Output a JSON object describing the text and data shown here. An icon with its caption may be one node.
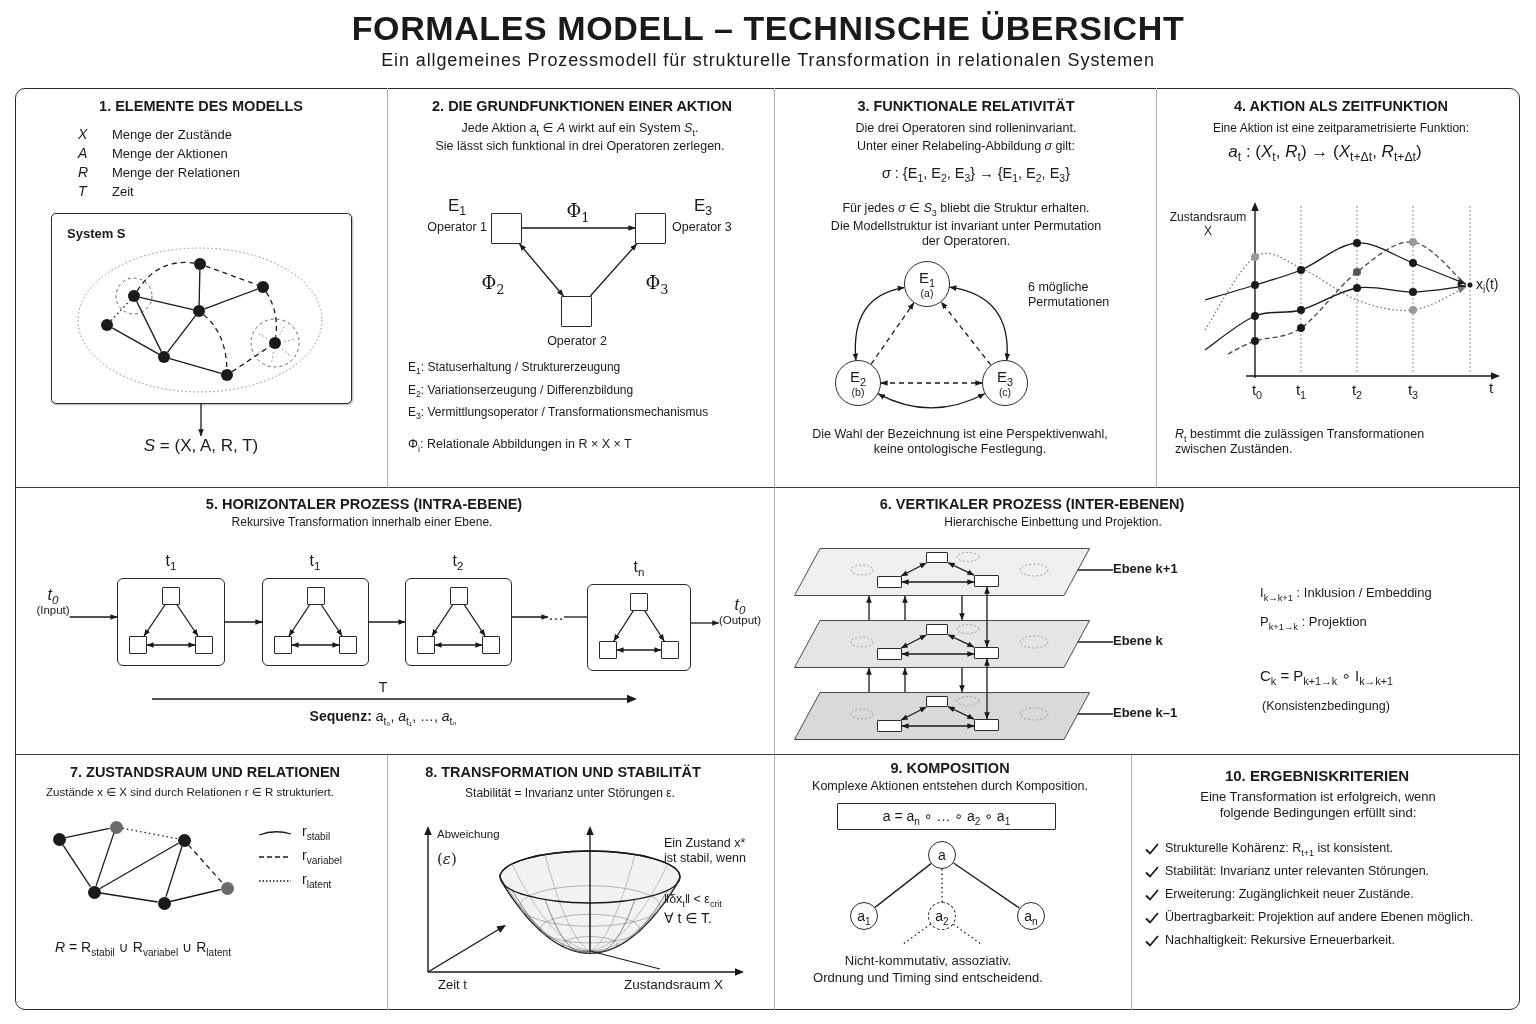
{
  "diagram": {
    "title": "FORMALES MODELL – TECHNISCHE ÜBERSICHT",
    "nodes": [
      {
        "text": [
          "1. ELEMENTE DES MODELLS",
          "X",
          "Menge der Zustände",
          "A",
          "Menge der Aktionen",
          "R",
          "Menge der Relationen",
          "T",
          "Zeit"
        ]
      },
      {
        "text": [
          "System S"
        ],
        "in": 0
      },
      {
        "text": [],
        "shape": "circle",
        "in": 1
      },
      {
        "text": [],
        "shape": "circle",
        "in": 1
      },
      {
        "text": [],
        "shape": "circle",
        "in": 1
      },
      {
        "text": [],
        "shape": "circle",
        "in": 1
      },
      {
        "text": [],
        "shape": "circle",
        "in": 1
      },
      {
        "text": [],
        "shape": "circle",
        "in": 1
      },
      {
        "text": [],
        "shape": "circle",
        "in": 1
      },
      {
        "text": [],
        "shape": "circle",
        "in": 1
      },
      {
        "text": [
          "*S* = (X, A, R, T)"
        ],
        "in": 0
      },
      {
        "text": [
          "2. DIE GRUNDFUNKTIONEN EINER AKTION",
          "Jede Aktion *a*$_{t}$ ∈ *A* wirkt auf ein System *S*$_{t}$.",
          "Sie lässt sich funktional in drei Operatoren zerlegen.",
          "E$_{1}$: Statuserhaltung / Strukturerzeugung",
          "E$_{2}$: Variationserzeugung / Differenzbildung",
          "E$_{3}$: Vermittlungsoperator / Transformationsmechanismus",
          "Φ$_{i}$: Relationale Abbildungen in R × X × T"
        ]
      },
      {
        "text": [
          "E$_{1}$",
          "Operator 1"
        ],
        "in": 11
      },
      {
        "text": [
          "E$_{3}$",
          "Operator 3"
        ],
        "in": 11
      },
      {
        "text": [
          "Operator 2"
        ],
        "in": 11
      },
      {
        "text": [
          "3. FUNKTIONALE RELATIVITÄT",
          "Die drei Operatoren sind rolleninvariant.",
          "Unter einer Relabeling-Abbildung *σ* gilt:",
          "*σ* : {E$_{1}$, E$_{2}$, E$_{3}$} → {E$_{1}$, E$_{2}$, E$_{3}$}",
          "Für jedes *σ* ∈ *S*$_{3}$ bliebt die Struktur erhalten.",
          "Die Modellstruktur ist invariant unter Permutation der Operatoren.",
          "6 mögliche Permutationen",
          "Die Wahl der Bezeichnung ist eine Perspektivenwahl, keine ontologische Festlegung."
        ]
      },
      {
        "text": [
          "E$_{1}$",
          "(a)"
        ],
        "in": 15
      },
      {
        "text": [
          "E$_{2}$",
          "(b)"
        ],
        "in": 15
      },
      {
        "text": [
          "E$_{3}$",
          "(c)"
        ],
        "in": 15
      },
      {
        "text": [
          "4. AKTION ALS ZEITFUNKTION",
          "Eine Aktion ist eine zeitparametrisierte Funktion:",
          "*a*$_{t}$ : (*X*$_{t}$, *R*$_{t}$) → (*X*$_{t+Δt}$, *R*$_{t+Δt}$)",
          "Zustandsraum X",
          "x$_{i}$(t)",
          "t$_{0}$",
          "t$_{1}$",
          "t$_{2}$",
          "t$_{3}$",
          "t",
          "*R*$_{t}$ bestimmt die zulässigen Transformationen zwischen Zuständen."
        ]
      },
      {
        "text": [
          "5. HORIZONTALER PROZESS (INTRA-EBENE)",
          "Rekursive Transformation innerhalb einer Ebene.",
          "T",
          "**Sequenz:** *a*$_{t₀}$, *a*$_{t₁}$, …, *a*$_{tₙ}$"
        ]
      },
      {
        "text": [
          "t$_{0}$",
          "(Input)"
        ],
        "in": 20
      },
      {
        "text": [
          "t$_{1}$"
        ],
        "in": 20
      },
      {
        "text": [],
        "shape": "box",
        "in": 22
      },
      {
        "text": [],
        "shape": "box",
        "in": 22
      },
      {
        "text": [],
        "shape": "box",
        "in": 22
      },
      {
        "text": [
          "t$_{1}$"
        ],
        "in": 20
      },
      {
        "text": [],
        "shape": "box",
        "in": 26
      },
      {
        "text": [],
        "shape": "box",
        "in": 26
      },
      {
        "text": [],
        "shape": "box",
        "in": 26
      },
      {
        "text": [
          "t$_{2}$"
        ],
        "in": 20
      },
      {
        "text": [],
        "shape": "box",
        "in": 30
      },
      {
        "text": [],
        "shape": "box",
        "in": 30
      },
      {
        "text": [],
        "shape": "box",
        "in": 30
      },
      {
        "text": [
          "…"
        ],
        "in": 20
      },
      {
        "text": [
          "t$_{n}$"
        ],
        "in": 20
      },
      {
        "text": [],
        "shape": "box",
        "in": 35
      },
      {
        "text": [],
        "shape": "box",
        "in": 35
      },
      {
        "text": [],
        "shape": "box",
        "in": 35
      },
      {
        "text": [
          "t$_{0}$",
          "(Output)"
        ],
        "in": 20
      },
      {
        "text": [
          "6. VERTIKALER PROZESS (INTER-EBENEN)",
          "Hierarchische Einbettung und Projektion.",
          "I$_{k→k+1}$ : Inklusion / Embedding",
          "P$_{k+1→k}$ : Projektion",
          "C$_{k}$ = P$_{k+1→k}$ ∘ I$_{k→k+1}$",
          "(Konsistenzbedingung)"
        ]
      },
      {
        "text": [],
        "shape": "parallelogram",
        "in": 40
      },
      {
        "text": [],
        "shape": "box",
        "in": 41
      },
      {
        "text": [],
        "shape": "box",
        "in": 41
      },
      {
        "text": [],
        "shape": "box",
        "in": 41
      },
      {
        "text": [],
        "shape": "parallelogram",
        "in": 40
      },
      {
        "text": [],
        "shape": "box",
        "in": 45
      },
      {
        "text": [],
        "shape": "box",
        "in": 45
      },
      {
        "text": [],
        "shape": "box",
        "in": 45
      },
      {
        "text": [],
        "shape": "parallelogram",
        "in": 40
      },
      {
        "text": [],
        "shape": "box",
        "in": 49
      },
      {
        "text": [],
        "shape": "box",
        "in": 49
      },
      {
        "text": [],
        "shape": "box",
        "in": 49
      },
      {
        "text": [
          "Ebene k+1"
        ],
        "in": 40
      },
      {
        "text": [
          "Ebene k"
        ],
        "in": 40
      },
      {
        "text": [
          "Ebene k–1"
        ],
        "in": 40
      },
      {
        "text": [
          "7. ZUSTANDSRAUM UND RELATIONEN",
          "Zustände x ∈ X sind durch Relationen r ∈ R strukturiert.",
          "*R* = R$_{stabil}$ ∪ R$_{variabel}$ ∪ R$_{latent}$"
        ]
      },
      {
        "text": [],
        "shape": "circle",
        "in": 56
      },
      {
        "text": [],
        "shape": "circle",
        "in": 56
      },
      {
        "text": [],
        "shape": "circle",
        "in": 56
      },
      {
        "text": [],
        "shape": "circle",
        "in": 56
      },
      {
        "text": [],
        "shape": "circle",
        "in": 56
      },
      {
        "text": [],
        "shape": "circle",
        "in": 56
      },
      {
        "text": [
          "8. TRANSFORMATION UND STABILITÄT",
          "Stabilität = Invarianz unter Störungen ε.",
          "Abweichung",
          "(*ε*)",
          "Ein Zustand x* ist stabil, wenn",
          "‖δx$_{t}$‖ < ε$_{crit}$",
          "∀ t ∈ T.",
          "Zeit t",
          "Zustandsraum X"
        ]
      },
      {
        "text": [
          "9. KOMPOSITION",
          "Komplexe Aktionen entstehen durch Komposition.",
          "Nicht-kommutativ, assoziativ.",
          "Ordnung und Timing sind entscheidend."
        ]
      },
      {
        "text": [
          "a = a$_{n}$ ∘ … ∘ a$_{2}$ ∘ a$_{1}$"
        ],
        "in": 64
      },
      {
        "text": [
          "a"
        ],
        "in": 64
      },
      {
        "text": [
          "a$_{1}$"
        ],
        "in": 64
      },
      {
        "text": [
          "a$_{2}$"
        ],
        "in": 64
      },
      {
        "text": [
          "a$_{n}$"
        ],
        "in": 64
      },
      {
        "text": [
          "10. ERGEBNISKRITERIEN",
          "Eine Transformation ist erfolgreich, wenn folgende Bedingungen erfüllt sind:",
          "Strukturelle Kohärenz: R$_{t+1}$ ist konsistent.",
          "Stabilität: Invarianz unter relevanten Störungen.",
          "Erweiterung: Zugänglichkeit neuer Zustände.",
          "Übertragbarkeit: Projektion auf andere Ebenen möglich.",
          "Nachhaltigkeit: Rekursive Erneuerbarkeit."
        ]
      }
    ],
    "edges": [
      {
        "from": 1,
        "to": 10,
        "arrow": "to"
      },
      {
        "from": 2,
        "to": 3,
        "arrow": "none",
        "style": "dashed"
      },
      {
        "from": 4,
        "to": 2,
        "arrow": "none",
        "style": "dashed"
      },
      {
        "from": 4,
        "to": 5,
        "arrow": "none"
      },
      {
        "from": 2,
        "to": 5,
        "arrow": "none"
      },
      {
        "from": 5,
        "to": 3,
        "arrow": "none"
      },
      {
        "from": 6,
        "to": 4,
        "arrow": "none",
        "style": "dashed"
      },
      {
        "from": 4,
        "to": 8,
        "arrow": "none"
      },
      {
        "from": 6,
        "to": 8,
        "arrow": "none"
      },
      {
        "from": 8,
        "to": 5,
        "arrow": "none"
      },
      {
        "from": 5,
        "to": 9,
        "arrow": "none",
        "style": "dashed"
      },
      {
        "from": 3,
        "to": 7,
        "arrow": "none",
        "style": "dashed"
      },
      {
        "from": 8,
        "to": 9,
        "arrow": "none"
      },
      {
        "from": 9,
        "to": 7,
        "arrow": "none",
        "style": "dashed"
      },
      {
        "from": 12,
        "to": 13,
        "arrow": "to",
        "label": "Φ$_{1}$"
      },
      {
        "from": 12,
        "to": 14,
        "arrow": "both",
        "label": "Φ$_{2}$"
      },
      {
        "from": 14,
        "to": 13,
        "arrow": "to",
        "label": "Φ$_{3}$"
      },
      {
        "from": 16,
        "to": 17,
        "arrow": "both"
      },
      {
        "from": 16,
        "to": 18,
        "arrow": "both"
      },
      {
        "from": 17,
        "to": 18,
        "arrow": "both"
      },
      {
        "from": 17,
        "to": 16,
        "arrow": "to",
        "style": "dashed"
      },
      {
        "from": 18,
        "to": 16,
        "arrow": "to",
        "style": "dashed"
      },
      {
        "from": 17,
        "to": 18,
        "arrow": "both",
        "style": "dashed"
      },
      {
        "from": 21,
        "to": 22,
        "arrow": "to"
      },
      {
        "from": 23,
        "to": 24,
        "arrow": "to"
      },
      {
        "from": 23,
        "to": 25,
        "arrow": "to"
      },
      {
        "from": 24,
        "to": 25,
        "arrow": "both"
      },
      {
        "from": 22,
        "to": 26,
        "arrow": "to"
      },
      {
        "from": 27,
        "to": 28,
        "arrow": "to"
      },
      {
        "from": 27,
        "to": 29,
        "arrow": "to"
      },
      {
        "from": 28,
        "to": 29,
        "arrow": "both"
      },
      {
        "from": 26,
        "to": 30,
        "arrow": "to"
      },
      {
        "from": 31,
        "to": 32,
        "arrow": "to"
      },
      {
        "from": 31,
        "to": 33,
        "arrow": "to"
      },
      {
        "from": 32,
        "to": 33,
        "arrow": "both"
      },
      {
        "from": 30,
        "to": 34,
        "arrow": "to"
      },
      {
        "from": 34,
        "to": 35,
        "arrow": "none"
      },
      {
        "from": 36,
        "to": 37,
        "arrow": "to"
      },
      {
        "from": 36,
        "to": 38,
        "arrow": "to"
      },
      {
        "from": 37,
        "to": 38,
        "arrow": "both"
      },
      {
        "from": 35,
        "to": 39,
        "arrow": "to"
      },
      {
        "from": 42,
        "to": 43,
        "arrow": "both"
      },
      {
        "from": 42,
        "to": 44,
        "arrow": "both"
      },
      {
        "from": 43,
        "to": 44,
        "arrow": "both"
      },
      {
        "from": 46,
        "to": 47,
        "arrow": "both"
      },
      {
        "from": 46,
        "to": 48,
        "arrow": "both"
      },
      {
        "from": 47,
        "to": 48,
        "arrow": "both"
      },
      {
        "from": 50,
        "to": 51,
        "arrow": "both"
      },
      {
        "from": 50,
        "to": 52,
        "arrow": "both"
      },
      {
        "from": 51,
        "to": 52,
        "arrow": "both"
      },
      {
        "from": 49,
        "to": 45,
        "arrow": "to"
      },
      {
        "from": 45,
        "to": 41,
        "arrow": "to"
      },
      {
        "from": 49,
        "to": 45,
        "arrow": "to"
      },
      {
        "from": 45,
        "to": 41,
        "arrow": "to"
      },
      {
        "from": 41,
        "to": 45,
        "arrow": "to"
      },
      {
        "from": 45,
        "to": 49,
        "arrow": "to"
      },
      {
        "from": 44,
        "to": 48,
        "arrow": "both"
      },
      {
        "from": 48,
        "to": 52,
        "arrow": "both"
      },
      {
        "from": 53,
        "to": 41,
        "arrow": "none"
      },
      {
        "from": 54,
        "to": 45,
        "arrow": "none"
      },
      {
        "from": 55,
        "to": 49,
        "arrow": "none"
      },
      {
        "from": 57,
        "to": 59,
        "arrow": "none"
      },
      {
        "from": 57,
        "to": 58,
        "arrow": "none"
      },
      {
        "from": 59,
        "to": 58,
        "arrow": "none"
      },
      {
        "from": 59,
        "to": 61,
        "arrow": "none",
        "style": "dashed"
      },
      {
        "from": 58,
        "to": 61,
        "arrow": "none"
      },
      {
        "from": 58,
        "to": 60,
        "arrow": "none"
      },
      {
        "from": 61,
        "to": 60,
        "arrow": "none"
      },
      {
        "from": 61,
        "to": 62,
        "arrow": "none",
        "style": "dashed"
      },
      {
        "from": 60,
        "to": 62,
        "arrow": "none"
      },
      {
        "from": 66,
        "to": 67,
        "arrow": "none"
      },
      {
        "from": 66,
        "to": 68,
        "arrow": "none",
        "style": "dashed"
      },
      {
        "from": 66,
        "to": 69,
        "arrow": "none"
      },
      {
        "from": 68,
        "to": null,
        "arrow": "none",
        "style": "dashed"
      },
      {
        "from": 68,
        "to": null,
        "arrow": "none",
        "style": "dashed"
      }
    ],
    "labels": [
      "Ein allgemeines Prozessmodell für strukturelle Transformation in relationalen Systemen"
    ],
    "legend": [
      {
        "text": "r$_{stabil}$"
      },
      {
        "text": "r$_{variabel}$"
      },
      {
        "text": "r$_{latent}$"
      }
    ]
  }
}
